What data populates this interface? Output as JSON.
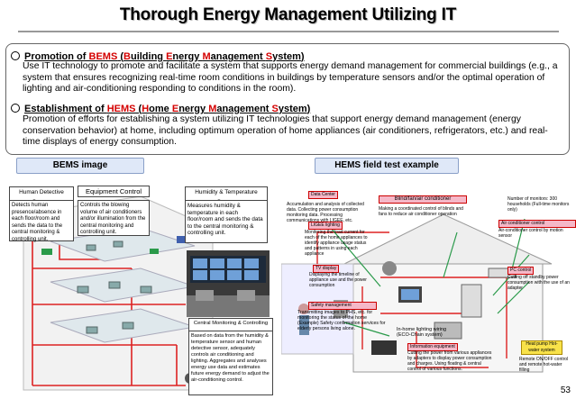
{
  "title": "Thorough Energy Management Utilizing IT",
  "bems_section": {
    "head_prefix": "Promotion of ",
    "acronym": "BEMS",
    "paren_open": " (",
    "w1_first": "B",
    "w1_rest": "uilding ",
    "w2_first": "E",
    "w2_rest": "nergy ",
    "w3_first": "M",
    "w3_rest": "anagement ",
    "w4_first": "S",
    "w4_rest": "ystem",
    "paren_close": ")",
    "body": "Use IT technology to promote and facilitate a system that supports energy demand management for commercial buildings (e.g., a system that ensures recognizing real-time room conditions in buildings by temperature sensors and/or the optimal operation of lighting and air-conditioning responding to conditions in the room)."
  },
  "hems_section": {
    "head_prefix": "Establishment of ",
    "acronym": "HEMS",
    "paren_open": " (",
    "w1_first": "H",
    "w1_rest": "ome ",
    "w2_first": "E",
    "w2_rest": "nergy ",
    "w3_first": "M",
    "w3_rest": "anagement ",
    "w4_first": "S",
    "w4_rest": "ystem",
    "paren_close": ")",
    "body": "Promotion of efforts for establishing a system utilizing IT technologies that support energy demand management (energy conservation behavior) at home, including optimum operation of home appliances (air conditioners, refrigerators, etc.) and real-time displays of energy consumption."
  },
  "bems_image": {
    "label": "BEMS image",
    "human_sensor_title": "Human Detective Sensor",
    "human_sensor_desc": "Detects human presence/absence in each floor/room and sends the data to the central monitoring & controlling unit.",
    "equipment_title": "Equipment Control",
    "equipment_desc": "Controls the blowing volume of air conditioners and/or illumination from the central monitoring and controlling unit.",
    "humidity_title": "Humidity & Temperature Sensor",
    "humidity_desc": "Measures humidity & temperature in each floor/room and sends the data to the central monitoring & controlling unit.",
    "central_title": "Central Monitoring & Controlling Unit",
    "central_desc": "Based on data from the humidity & temperature sensor and human detective sensor, adequately controls air conditioning and lighting. Aggregates and analyses energy use data and estimates future energy demand to adjust the air-conditioning control."
  },
  "hems_image": {
    "label": "HEMS field test example",
    "data_center": "Data Center",
    "data_center_desc": "Accumulation and analysis of collected data. Collecting power consumption  monitoring  data. Processing communications  with LIGEE, etc.",
    "blind_title": "Blind/fan/air conditioner",
    "blind_desc": "Making a coordinated control of blinds and fans to reduce air conditioner operation",
    "households": "Number of monitors: 300 households (Full-time monitors only)",
    "ac_control_title": "Air conditioner control",
    "ac_control_desc": "Air-conditioner control by motion sensor",
    "ligee_title": "LIGEE lighting",
    "ligee_desc": "Monitoring the load current for each of the home appliances to identify appliance usage status and patterns in using each appliance",
    "tv_title": "TV display",
    "tv_desc": "Displaying the timeline of appliance use and the power consumption",
    "power_title": "PC control",
    "power_desc": "Cutting off standby power consumption with the use of an adapter",
    "safety_title": "Safety management",
    "safety_desc": "Transmitting images to PHS, etc. for monitoring the status of the home (Example) Safety confirmation services for elderly persons living alone.",
    "lighting_title": "In-home lighting wiring (ECO-Chain system)",
    "gateway_title": "Information equipment",
    "gateway_desc": "Cutting the power from various appliances by adapters to display power consumption and charges. Using floating & central control of various functions.",
    "heat_title": "Heat pump Hot-water system",
    "heat_desc": "Remote ON/OFF control and remote hot-water filling"
  },
  "page_number": "53"
}
